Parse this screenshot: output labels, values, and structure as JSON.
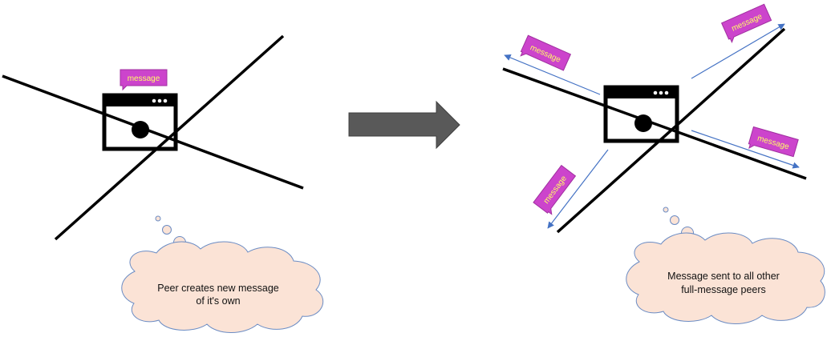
{
  "colors": {
    "line": "#000000",
    "message_fill": "#cc44cc",
    "message_text": "#ffff66",
    "arrow_fill": "#595959",
    "cloud_fill": "#fbe3d6",
    "cloud_stroke": "#6b8cc4",
    "flow_arrow": "#4472c4"
  },
  "left_panel": {
    "message_label": "message",
    "cloud_line1": "Peer creates new message",
    "cloud_line2": "of it's own"
  },
  "right_panel": {
    "message_top_left": "message",
    "message_top_right": "message",
    "message_right": "message",
    "message_bottom_left": "message",
    "cloud_line1": "Message sent to all other",
    "cloud_line2": "full-message  peers"
  }
}
